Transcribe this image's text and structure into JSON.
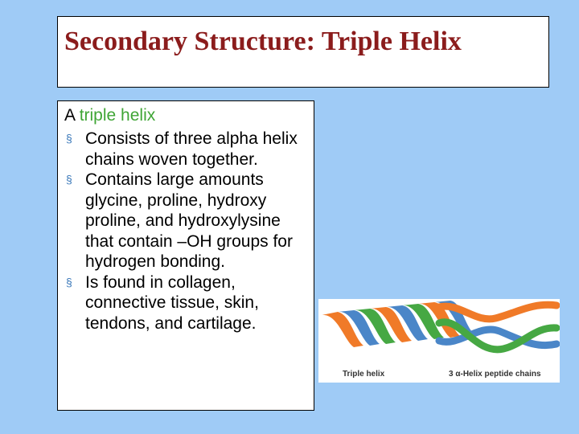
{
  "slide": {
    "title": "Secondary Structure: Triple Helix",
    "intro_prefix": "A ",
    "intro_highlight": "triple helix",
    "bullet_mark": "§",
    "bullets": [
      "Consists of three alpha helix chains woven together.",
      "Contains large amounts glycine, proline, hydroxy proline, and hydroxylysine that contain –OH groups for hydrogen bonding.",
      "Is found in collagen, connective tissue, skin, tendons, and cartilage."
    ]
  },
  "figure": {
    "caption_left": "Triple helix",
    "caption_right": "3 α-Helix peptide chains"
  },
  "colors": {
    "background": "#9fcbf6",
    "title": "#8b1c1c",
    "highlight": "#3fa535",
    "bullet": "#3a78b9",
    "chain_orange": "#f07a28",
    "chain_blue": "#4a86c8",
    "chain_green": "#46a843"
  }
}
